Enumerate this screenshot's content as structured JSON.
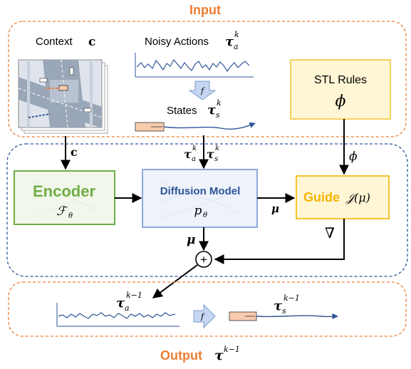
{
  "sections": {
    "input_title": "Input",
    "output_title": "Output",
    "output_symbol": "τ",
    "output_symbol_sup": "k−1"
  },
  "context": {
    "label": "Context",
    "symbol": "c"
  },
  "noisy_actions": {
    "label": "Noisy Actions",
    "symbol": "τ",
    "sub": "a",
    "sup": "k"
  },
  "states_in": {
    "label": "States",
    "symbol": "τ",
    "sub": "s",
    "sup": "k"
  },
  "stl": {
    "label": "STL Rules",
    "symbol": "ϕ"
  },
  "edges": {
    "c": "c",
    "phi": "ϕ",
    "tau_sym": "τ",
    "tau_a_sub": "a",
    "tau_s_sub": "s",
    "tau_sup": "k",
    "mu": "μ",
    "nabla": "∇",
    "plus": "+",
    "f": "f"
  },
  "encoder": {
    "label": "Encoder",
    "symbol": "ℱ",
    "sub": "θ"
  },
  "diffusion": {
    "label": "Diffusion Model",
    "symbol": "p",
    "sub": "θ"
  },
  "guide": {
    "label": "Guide",
    "formula": "𝒥(μ)"
  },
  "outputs": {
    "actions": {
      "symbol": "τ",
      "sub": "a",
      "sup": "k−1"
    },
    "states": {
      "symbol": "τ",
      "sub": "s",
      "sup": "k−1"
    }
  },
  "colors": {
    "input_border": "#ED7D31",
    "model_border": "#2E5597",
    "encoder_border": "#70AD47",
    "encoder_fill": "#F1F7EB",
    "encoder_text": "#70AD47",
    "diffusion_border": "#8FA8DC",
    "diffusion_fill": "#EEF2FB",
    "diffusion_text": "#2F5597",
    "guide_border": "#F4C430",
    "guide_fill": "#FFF6D5",
    "guide_text": "#F4B400",
    "curve": "#2E5597",
    "f_arrow_fill": "#C5D6F2",
    "car_fill": "#F8CBAD"
  }
}
